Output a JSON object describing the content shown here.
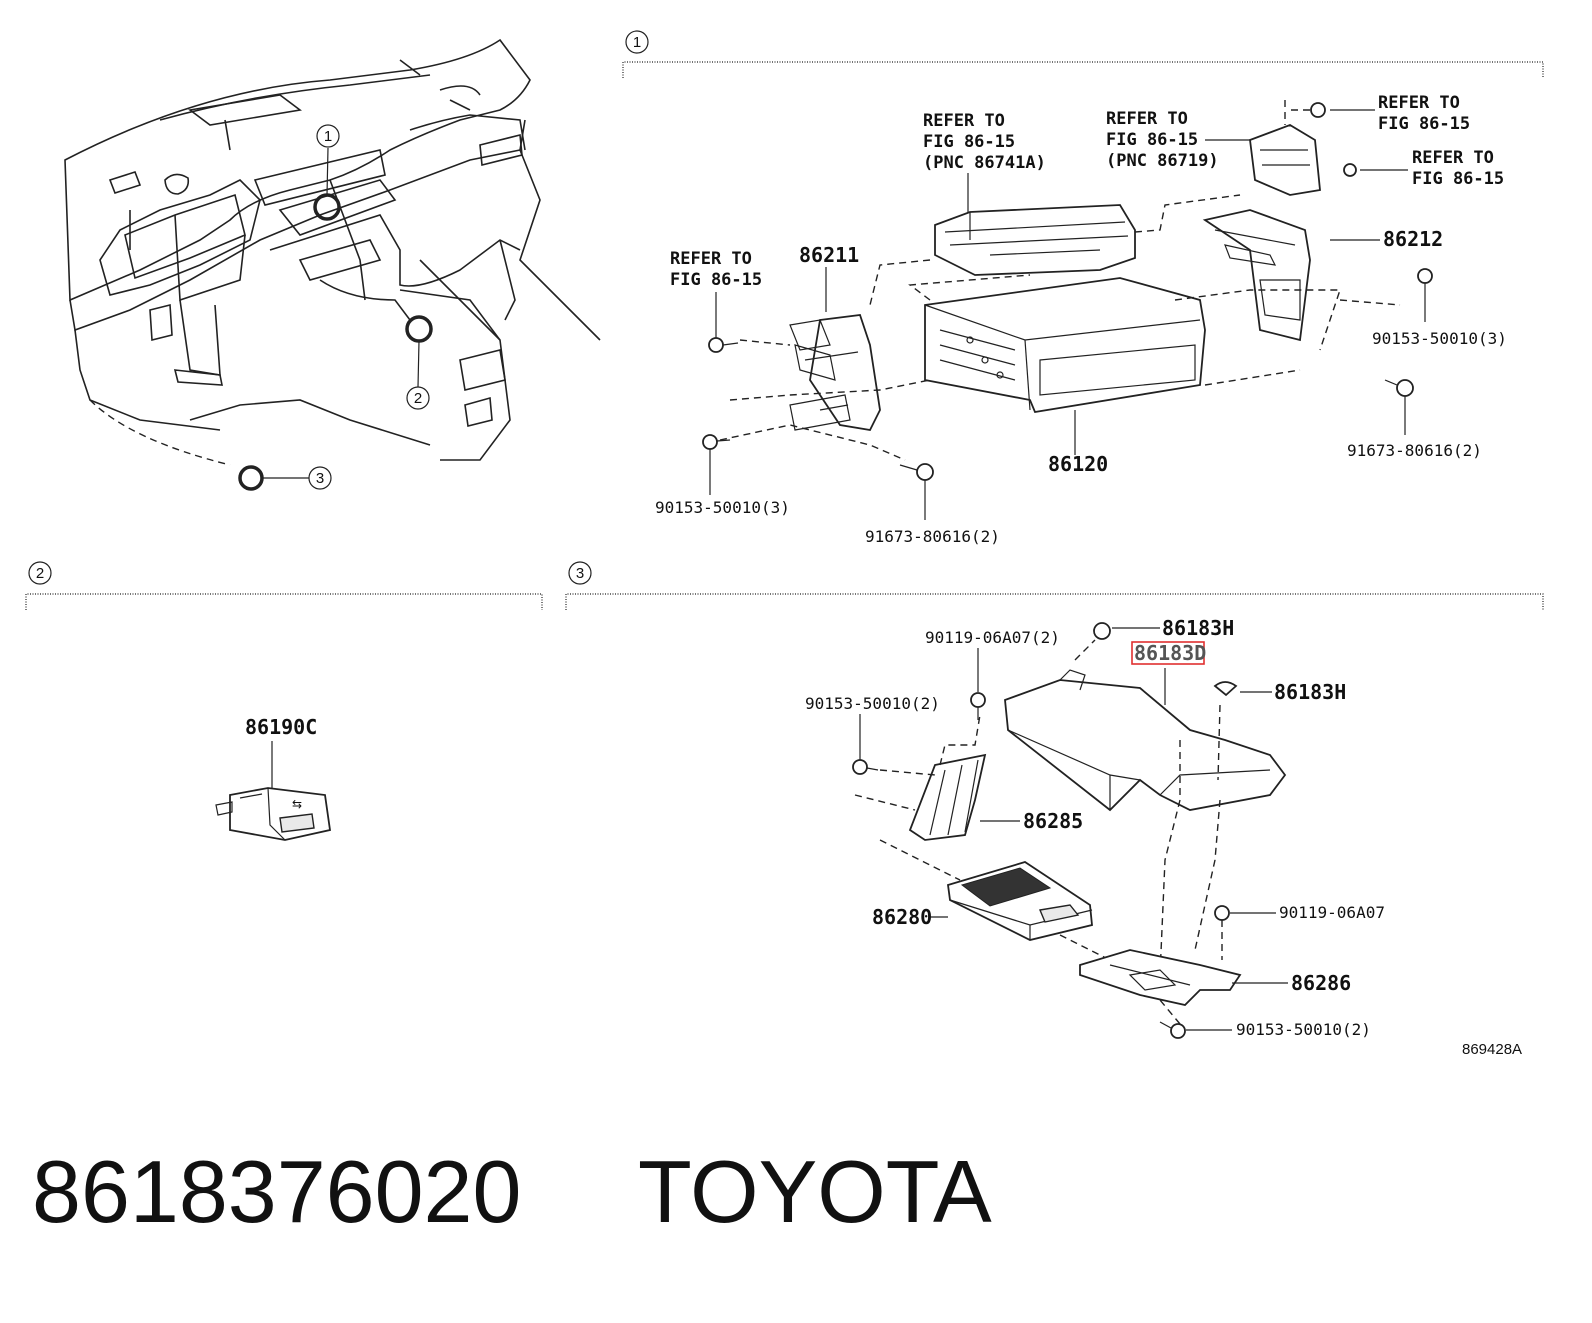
{
  "sections": {
    "s1": {
      "marker": "1"
    },
    "s2": {
      "marker": "2"
    },
    "s3": {
      "marker": "3"
    }
  },
  "overview": {
    "callouts": [
      "1",
      "2",
      "3"
    ]
  },
  "refs": {
    "fig_86741A": [
      "REFER TO",
      "FIG 86-15",
      "(PNC 86741A)"
    ],
    "fig_86719": [
      "REFER TO",
      "FIG 86-15",
      "(PNC 86719)"
    ],
    "fig_a": [
      "REFER TO",
      "FIG 86-15"
    ],
    "fig_b": [
      "REFER TO",
      "FIG 86-15"
    ],
    "fig_left": [
      "REFER TO",
      "FIG 86-15"
    ]
  },
  "parts": {
    "p86211": "86211",
    "p86212": "86212",
    "p86120": "86120",
    "p90153_l": "90153-50010(3)",
    "p91673_l": "91673-80616(2)",
    "p90153_r": "90153-50010(3)",
    "p91673_r": "91673-80616(2)",
    "p86190C": "86190C",
    "p86183H_a": "86183H",
    "p86183D": "86183D",
    "p86183H_b": "86183H",
    "p90119_2": "90119-06A07(2)",
    "p90153_2": "90153-50010(2)",
    "p86285": "86285",
    "p86280": "86280",
    "p90119": "90119-06A07",
    "p86286": "86286",
    "p90153_2b": "90153-50010(2)"
  },
  "highlight": {
    "part": "86183D",
    "color": "#e03030"
  },
  "diagram_code": "869428A",
  "footer": {
    "part_number": "8618376020",
    "brand": "TOYOTA"
  }
}
